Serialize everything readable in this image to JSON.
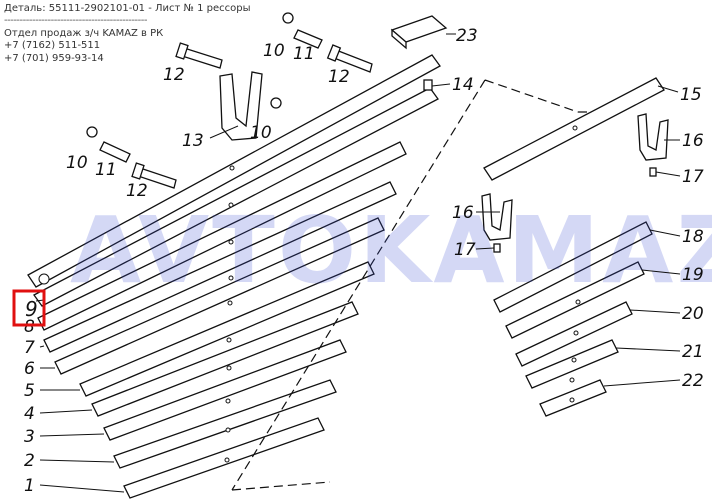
{
  "header": {
    "title": "Деталь: 55111-2902101-01 - Лист № 1 рессоры",
    "divider": "----------------------------------------------",
    "seller": "Отдел продаж з/ч KAMAZ в РК",
    "phone1": "+7 (7162) 511-511",
    "phone2": "+7 (701) 959-93-14"
  },
  "watermark": "AVTOKAMAZ.KZ",
  "highlighted_callout": "9",
  "callouts": {
    "c1": "1",
    "c2": "2",
    "c3": "3",
    "c4": "4",
    "c5": "5",
    "c6": "6",
    "c7": "7",
    "c8": "8",
    "c9": "9",
    "c10a": "10",
    "c10b": "10",
    "c10c": "10",
    "c11a": "11",
    "c11b": "11",
    "c12a": "12",
    "c12b": "12",
    "c12c": "12",
    "c13": "13",
    "c14": "14",
    "c15": "15",
    "c16a": "16",
    "c16b": "16",
    "c17a": "17",
    "c17b": "17",
    "c18": "18",
    "c19": "19",
    "c20": "20",
    "c21": "21",
    "c22": "22",
    "c23": "23"
  },
  "colors": {
    "highlight": "#e01010",
    "watermark": "#3b4fd1"
  }
}
